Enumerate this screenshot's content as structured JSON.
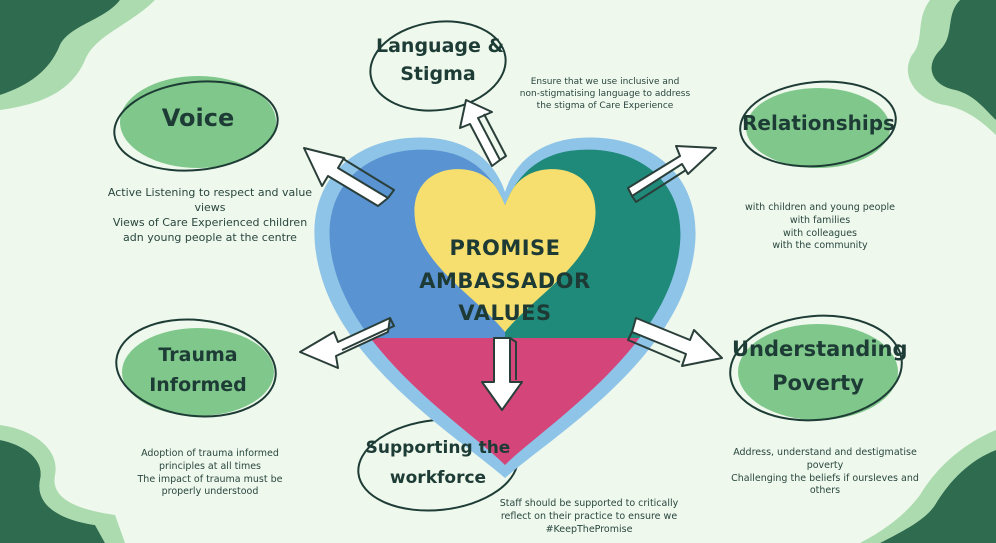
{
  "center": {
    "line1": "PROMISE AMBASSADOR",
    "line2": "VALUES"
  },
  "values": {
    "voice": {
      "title": "Voice",
      "lines": [
        "Active Listening to respect and value",
        "views",
        "Views of Care Experienced children",
        "adn young people at the centre"
      ]
    },
    "language": {
      "title1": "Language &",
      "title2": "Stigma",
      "lines": [
        "Ensure that we use inclusive and",
        "non-stigmatising language to address",
        "the stigma of Care Experience"
      ]
    },
    "relationships": {
      "title": "Relationships",
      "lines": [
        "with children and young people",
        "with families",
        "with colleagues",
        "with the community"
      ]
    },
    "trauma": {
      "title1": "Trauma",
      "title2": "Informed",
      "lines": [
        "Adoption of trauma informed",
        "principles at all times",
        "The impact of trauma must be",
        "properly understood"
      ]
    },
    "workforce": {
      "title1": "Supporting the",
      "title2": "workforce",
      "lines": [
        "Staff should be supported to critically",
        "reflect on their practice to ensure we",
        "#KeepThePromise"
      ]
    },
    "poverty": {
      "title1": "Understanding",
      "title2": "Poverty",
      "lines": [
        "Address, understand and destigmatise",
        "poverty",
        "Challenging the beliefs if oursleves and",
        "others"
      ]
    }
  },
  "colors": {
    "background": "#eef8ec",
    "oval_fill": "#7fc78a",
    "heart_blue": "#5a93d2",
    "heart_teal": "#1f8a7a",
    "heart_yellow": "#f6df6e",
    "heart_pink": "#d4467a",
    "heart_outline": "#8ec4e8",
    "corner_dark": "#2f6b4f",
    "corner_light": "#8fcf94"
  }
}
